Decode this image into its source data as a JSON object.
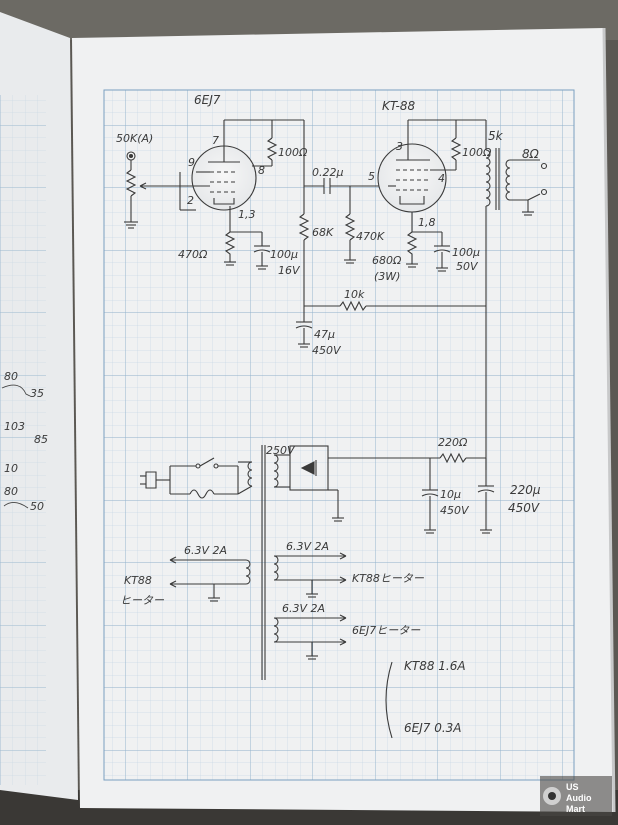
{
  "schematic": {
    "preamp_tube": "6EJ7",
    "power_tube": "KT-88",
    "volume_pot": "50K(A)",
    "pin_7": "7",
    "pin_9": "9",
    "pin_8": "8",
    "pin_2": "2",
    "pin_1_3": "1,3",
    "pin_3": "3",
    "pin_5": "5",
    "pin_4": "4",
    "pin_1_8": "1,8",
    "plate_res": "100Ω",
    "coupling_cap": "0.22μ",
    "res_68k": "68K",
    "res_470k": "470K",
    "cathode_res": "470Ω",
    "cathode_cap": "100μ",
    "cathode_cap_v": "16V",
    "kt88_screen_res": "100Ω",
    "kt88_cathode_res": "680Ω",
    "kt88_cathode_res_note": "(3W)",
    "kt88_cathode_cap": "100μ",
    "kt88_cathode_cap_v": "50V",
    "output_transformer": "5k",
    "speaker": "8Ω",
    "feedback_res": "10k",
    "filter_cap": "47μ",
    "filter_cap_v": "450V",
    "ps_secondary": "250V",
    "ps_res": "220Ω",
    "ps_cap1": "10μ",
    "ps_cap1_v": "450V",
    "ps_cap2": "220μ",
    "ps_cap2_v": "450V",
    "heater1_rating": "6.3V 2A",
    "heater1_label_a": "KT88",
    "heater1_label_b": "ヒーター",
    "heater2_rating": "6.3V 2A",
    "heater2_label": "KT88ヒーター",
    "heater3_rating": "6.3V 2A",
    "heater3_label": "6EJ7ヒーター",
    "current_kt88": "KT88   1.6A",
    "current_6ej7": "6EJ7   0.3A"
  },
  "watermark": {
    "line1": "US",
    "line2": "Audio",
    "line3": "Mart"
  },
  "colors": {
    "paper": "#eef0f1",
    "grid": "#a9c3d8",
    "ink": "#3a3a3a"
  }
}
